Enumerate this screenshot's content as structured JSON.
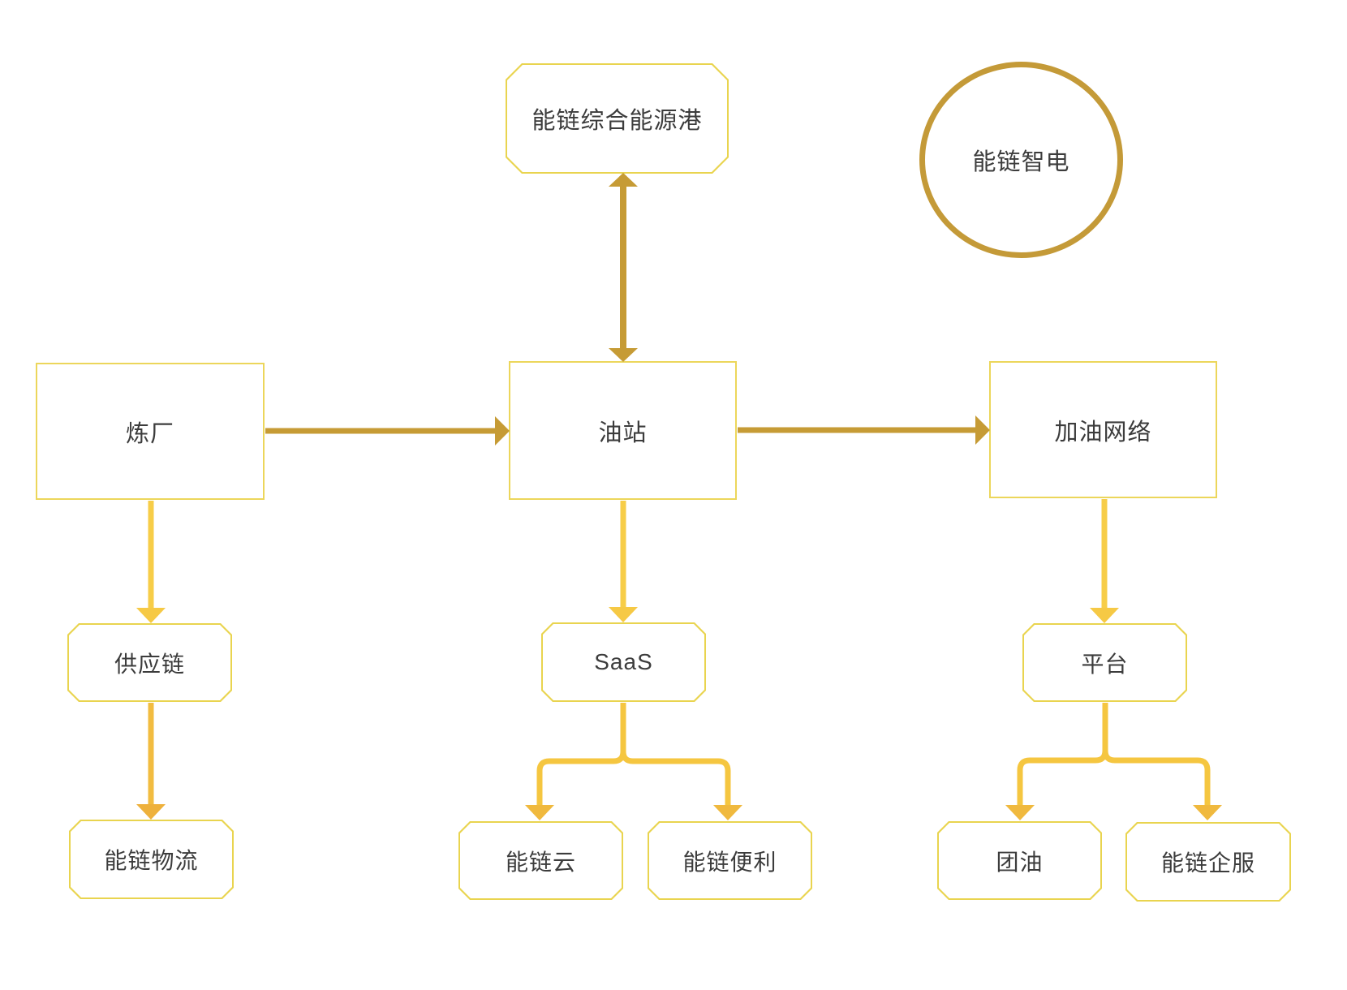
{
  "diagram": {
    "title": "",
    "background": "#ffffff",
    "colors": {
      "node_border_yellow": "#ecd65b",
      "circle_border_gold": "#c49a38",
      "dark_gold_arrow": "#c69b35",
      "bright_yellow_arrow": "#f7cd48",
      "orange_yellow_arrow": "#f2bc40",
      "branch_yellow_arrow": "#f5c640",
      "branch_head": "#f0b93e",
      "text": "#3c3c3c"
    },
    "nodes": {
      "energy_port": {
        "label": "能链综合能源港",
        "shape": "octagon"
      },
      "smart_power": {
        "label": "能链智电",
        "shape": "circle"
      },
      "refinery": {
        "label": "炼厂",
        "shape": "rectangle"
      },
      "gas_station": {
        "label": "油站",
        "shape": "rectangle"
      },
      "fueling_network": {
        "label": "加油网络",
        "shape": "rectangle"
      },
      "supply_chain": {
        "label": "供应链",
        "shape": "octagon"
      },
      "saas": {
        "label": "SaaS",
        "shape": "octagon"
      },
      "platform": {
        "label": "平台",
        "shape": "octagon"
      },
      "logistics": {
        "label": "能链物流",
        "shape": "octagon"
      },
      "cloud": {
        "label": "能链云",
        "shape": "octagon"
      },
      "convenience": {
        "label": "能链便利",
        "shape": "octagon"
      },
      "tuanyou": {
        "label": "团油",
        "shape": "octagon"
      },
      "enterprise_service": {
        "label": "能链企服",
        "shape": "octagon"
      }
    },
    "edges": [
      {
        "from": "能链综合能源港",
        "to": "油站",
        "type": "double-headed-vertical",
        "color": "dark-gold"
      },
      {
        "from": "炼厂",
        "to": "油站",
        "type": "arrow-right",
        "color": "dark-gold"
      },
      {
        "from": "油站",
        "to": "加油网络",
        "type": "arrow-right",
        "color": "dark-gold"
      },
      {
        "from": "炼厂",
        "to": "供应链",
        "type": "arrow-down",
        "color": "bright-yellow"
      },
      {
        "from": "油站",
        "to": "SaaS",
        "type": "arrow-down",
        "color": "bright-yellow"
      },
      {
        "from": "加油网络",
        "to": "平台",
        "type": "arrow-down",
        "color": "bright-yellow"
      },
      {
        "from": "供应链",
        "to": "能链物流",
        "type": "arrow-down",
        "color": "orange-yellow"
      },
      {
        "from": "SaaS",
        "to": "能链云",
        "type": "branch-arrow-down",
        "color": "branch-yellow"
      },
      {
        "from": "SaaS",
        "to": "能链便利",
        "type": "branch-arrow-down",
        "color": "branch-yellow"
      },
      {
        "from": "平台",
        "to": "团油",
        "type": "branch-arrow-down",
        "color": "branch-yellow"
      },
      {
        "from": "平台",
        "to": "能链企服",
        "type": "branch-arrow-down",
        "color": "branch-yellow"
      }
    ]
  }
}
